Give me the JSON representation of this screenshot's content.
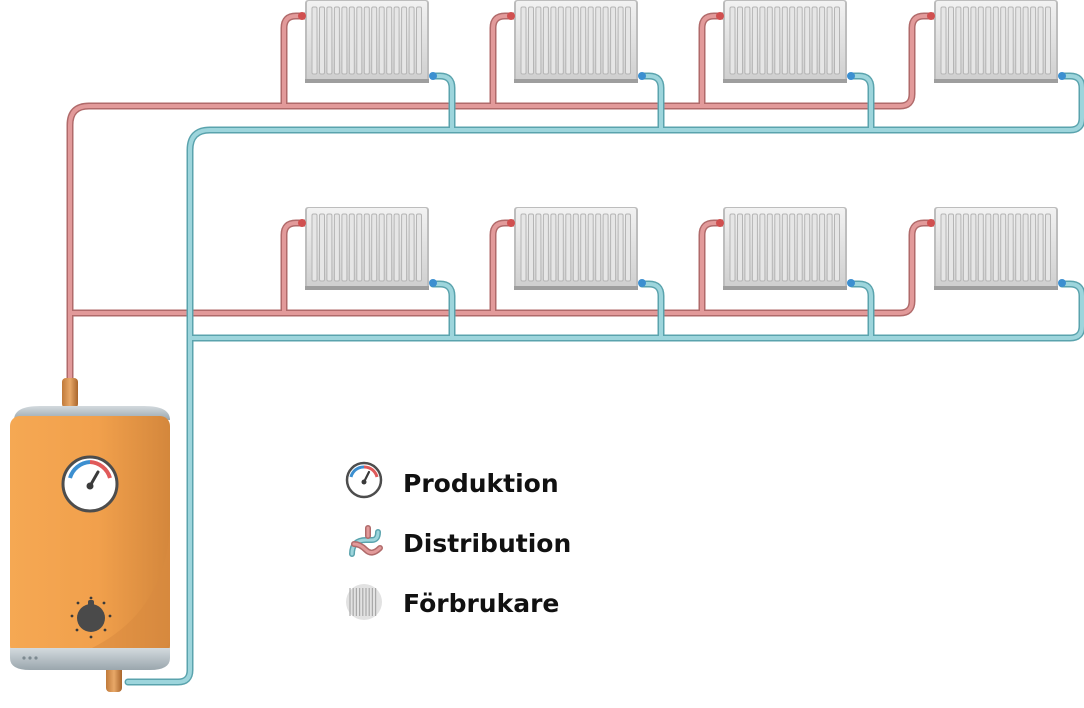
{
  "legend": {
    "items": [
      {
        "key": "production",
        "label": "Produktion",
        "icon": "gauge-icon"
      },
      {
        "key": "distribution",
        "label": "Distribution",
        "icon": "pipe-icon"
      },
      {
        "key": "consumer",
        "label": "Förbrukare",
        "icon": "radiator-icon"
      }
    ]
  },
  "colors": {
    "supply_pipe": "#d98a8a",
    "return_pipe": "#7fc3cc",
    "boiler_body": "#f2a04f",
    "boiler_shade": "#d98a3f",
    "boiler_cap": "#b9c3c9",
    "radiator": "#dcdcdc",
    "gauge_red": "#e05a5a",
    "gauge_blue": "#3c8fd0"
  },
  "layout_info": {
    "radiators_per_row": 4,
    "rows": 2
  }
}
